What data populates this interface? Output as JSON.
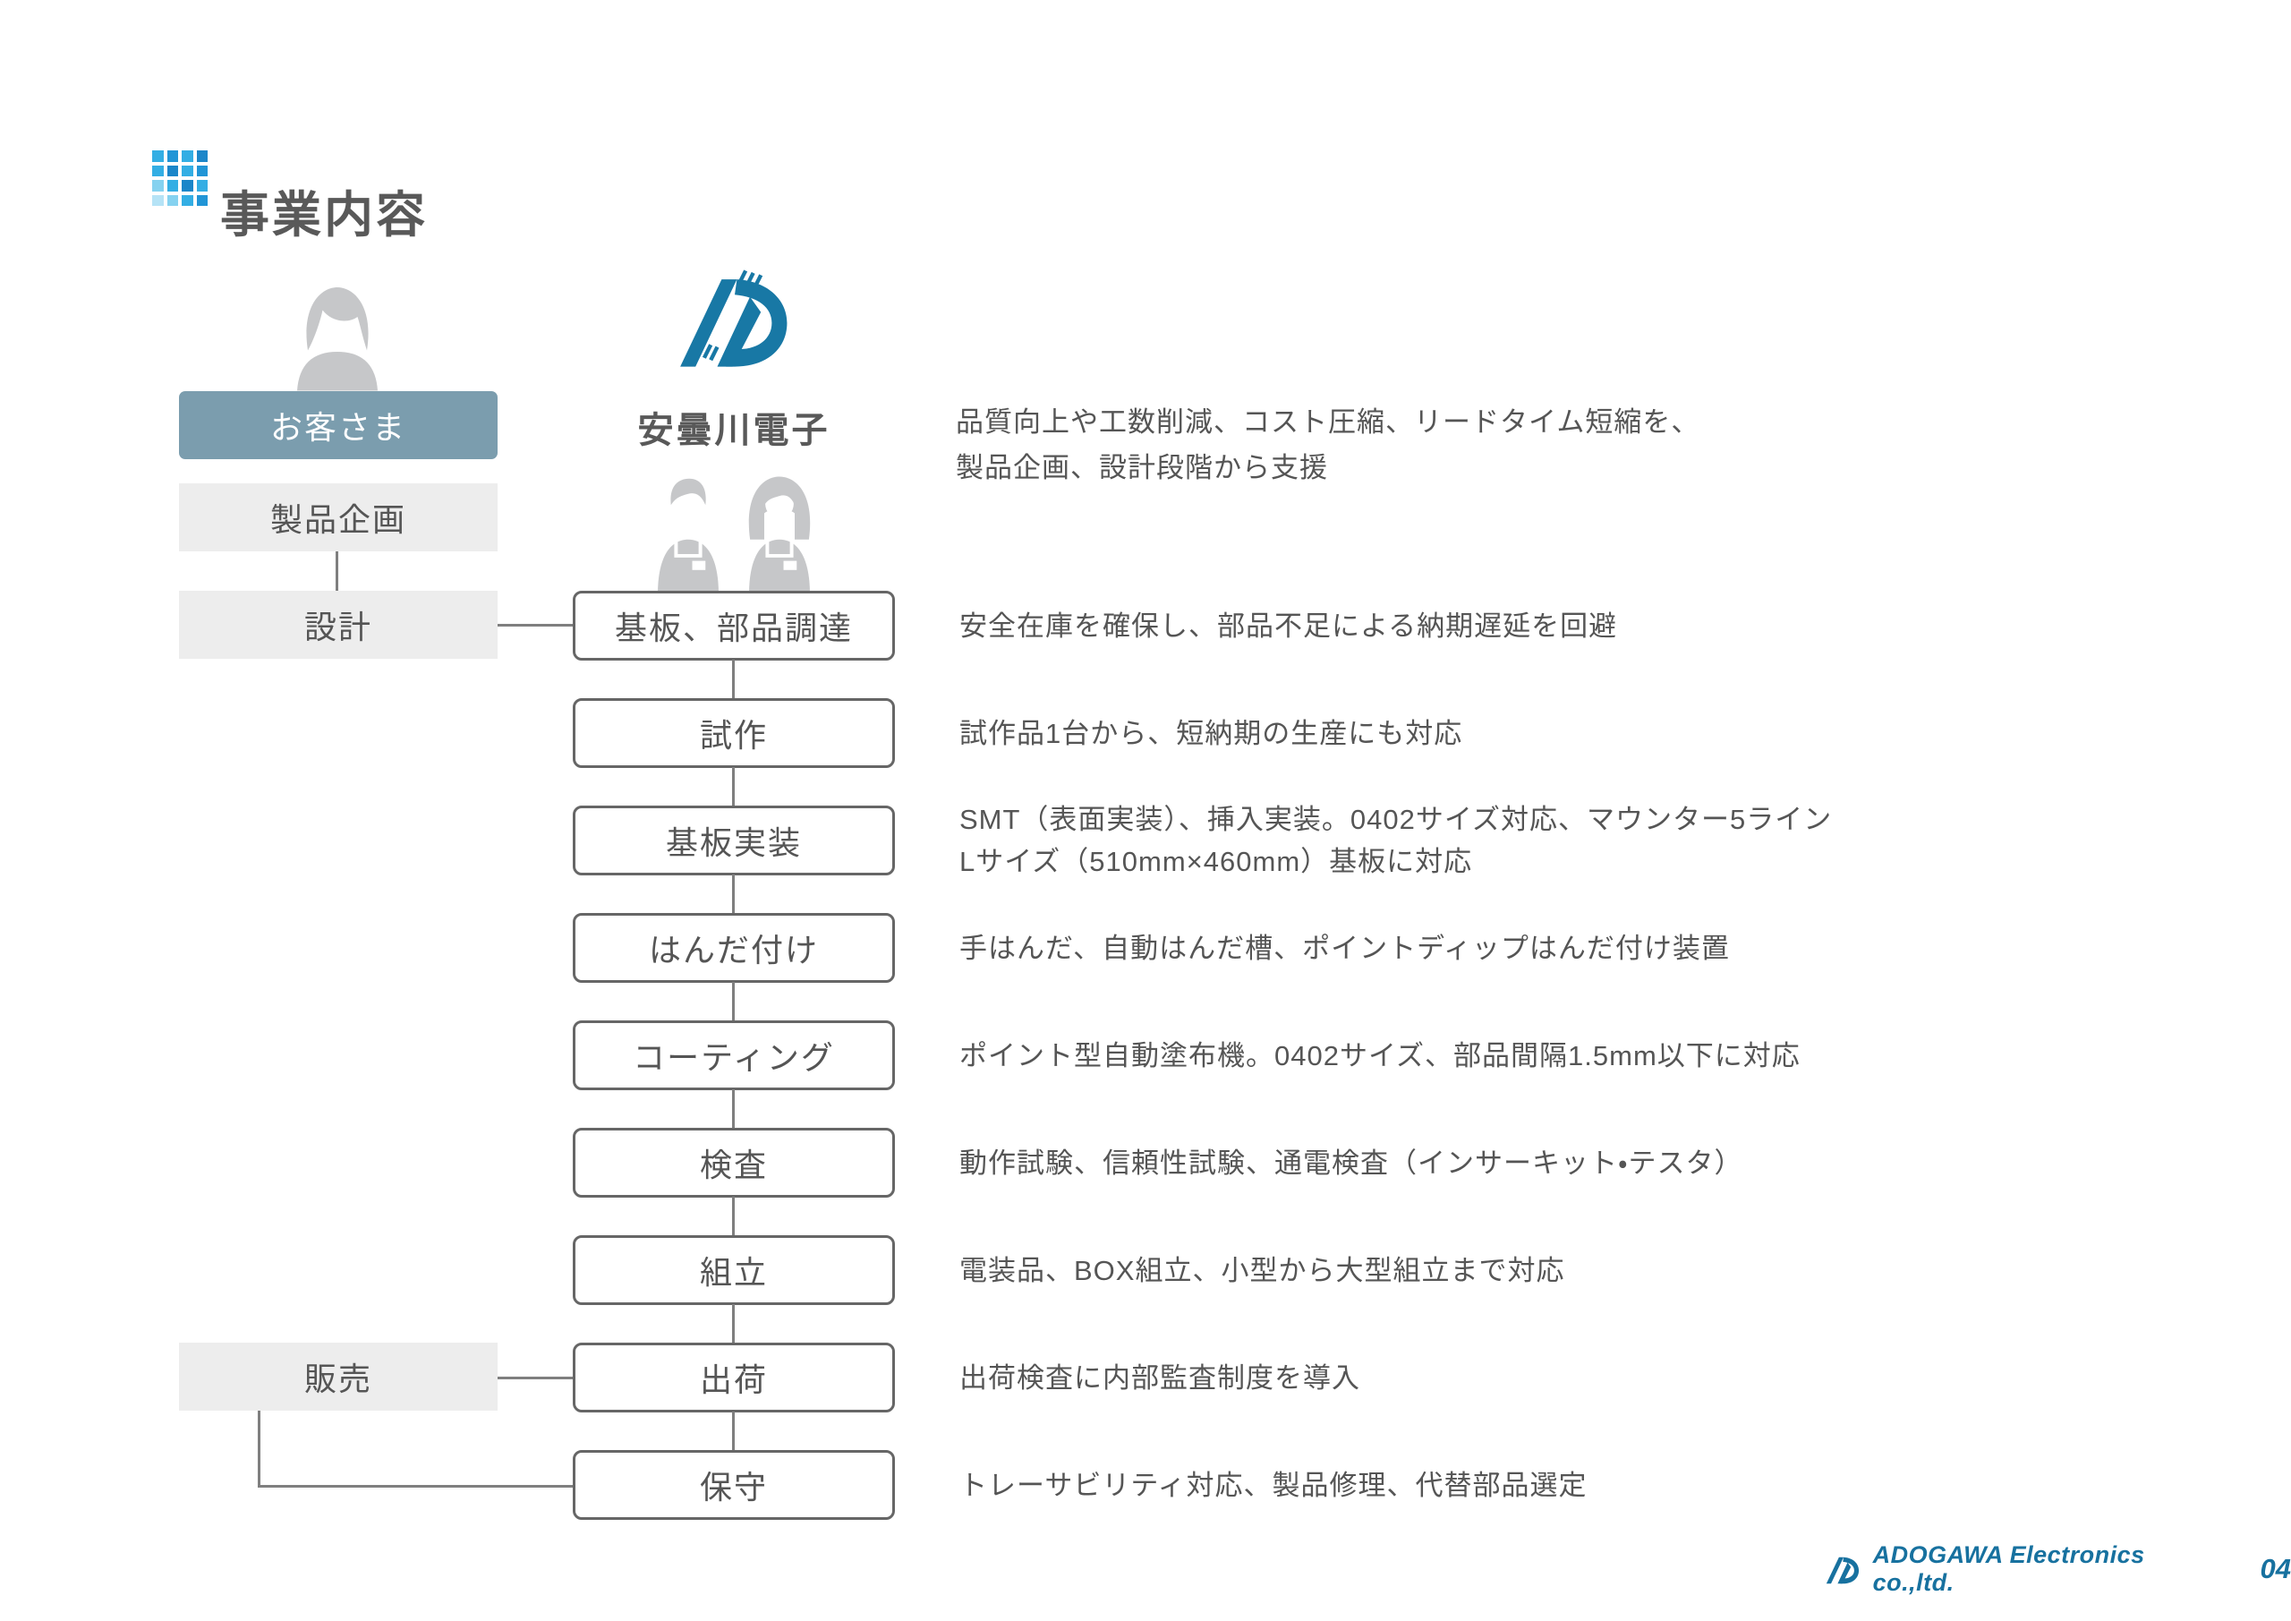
{
  "page": {
    "title": "事業内容"
  },
  "title_icon": {
    "name": "grid-icon",
    "colors": [
      "#33aee4",
      "#2195d6",
      "#33aee4",
      "#1b86c9",
      "#33aee4",
      "#1b86c9",
      "#33aee4",
      "#2195d6",
      "#85d2f0",
      "#33aee4",
      "#1b86c9",
      "#33aee4",
      "#b5e3f6",
      "#85d2f0",
      "#33aee4",
      "#2195d6"
    ]
  },
  "colors": {
    "customer_box": "#7b9dae",
    "light_box": "#ededed",
    "box_border": "#666666",
    "connector": "#7f7f7f",
    "text": "#555555",
    "figure_gray": "#c6c7c9",
    "logo_blue": "#1878a5",
    "footer_blue": "#17719f"
  },
  "customer": {
    "label": "お客さま",
    "steps": [
      "製品企画",
      "設計",
      "販売"
    ]
  },
  "company": {
    "name": "安曇川電子",
    "intro": [
      "品質向上や工数削減、コスト圧縮、リードタイム短縮を、",
      "製品企画、設計段階から支援"
    ],
    "flow": [
      {
        "label": "基板、部品調達",
        "desc": [
          "安全在庫を確保し、部品不足による納期遅延を回避"
        ]
      },
      {
        "label": "試作",
        "desc": [
          "試作品1台から、短納期の生産にも対応"
        ]
      },
      {
        "label": "基板実装",
        "desc": [
          "SMT（表面実装）、挿入実装。0402サイズ対応、マウンター5ライン",
          "Lサイズ（510mm×460mm）基板に対応"
        ]
      },
      {
        "label": "はんだ付け",
        "desc": [
          "手はんだ、自動はんだ槽、ポイントディップはんだ付け装置"
        ]
      },
      {
        "label": "コーティング",
        "desc": [
          "ポイント型自動塗布機。0402サイズ、部品間隔1.5mm以下に対応"
        ]
      },
      {
        "label": "検査",
        "desc": [
          "動作試験、信頼性試験、通電検査（インサーキット・テスタ）"
        ]
      },
      {
        "label": "組立",
        "desc": [
          "電装品、BOX組立、小型から大型組立まで対応"
        ]
      },
      {
        "label": "出荷",
        "desc": [
          "出荷検査に内部監査制度を導入"
        ]
      },
      {
        "label": "保守",
        "desc": [
          "トレーサビリティ対応、製品修理、代替部品選定"
        ]
      }
    ]
  },
  "footer": {
    "company": "ADOGAWA Electronics co.,ltd.",
    "page_number": "04"
  }
}
